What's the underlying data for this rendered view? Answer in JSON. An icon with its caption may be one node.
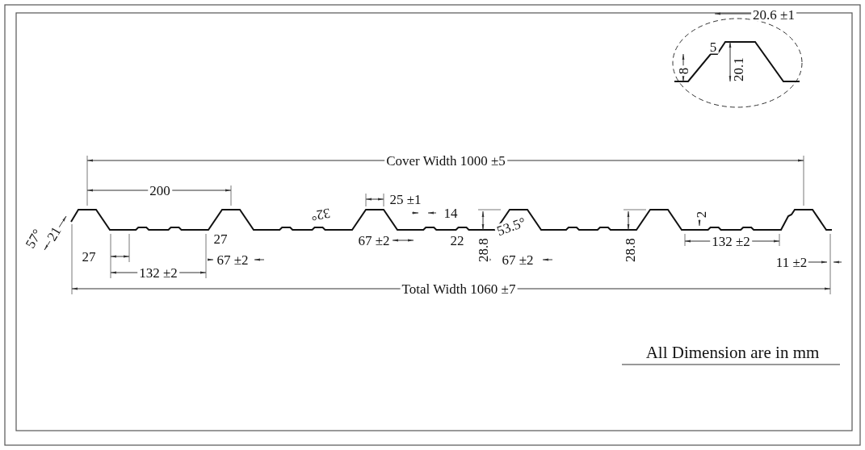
{
  "diagram": {
    "labels": [
      "20.6 ±1",
      "5",
      "8",
      "20.1",
      "Cover Width 1000 ±5",
      "200",
      "25 ±1",
      "14",
      "2",
      "57°",
      "21",
      "32°",
      "53.5°",
      "27",
      "67 ±2",
      "22",
      "27",
      "67 ±2",
      "28.8",
      "28.8",
      "132 ±2",
      "67 ±2",
      "11 ±2",
      "132 ±2",
      "Total Width 1060 ±7",
      "All Dimension are in mm"
    ]
  }
}
